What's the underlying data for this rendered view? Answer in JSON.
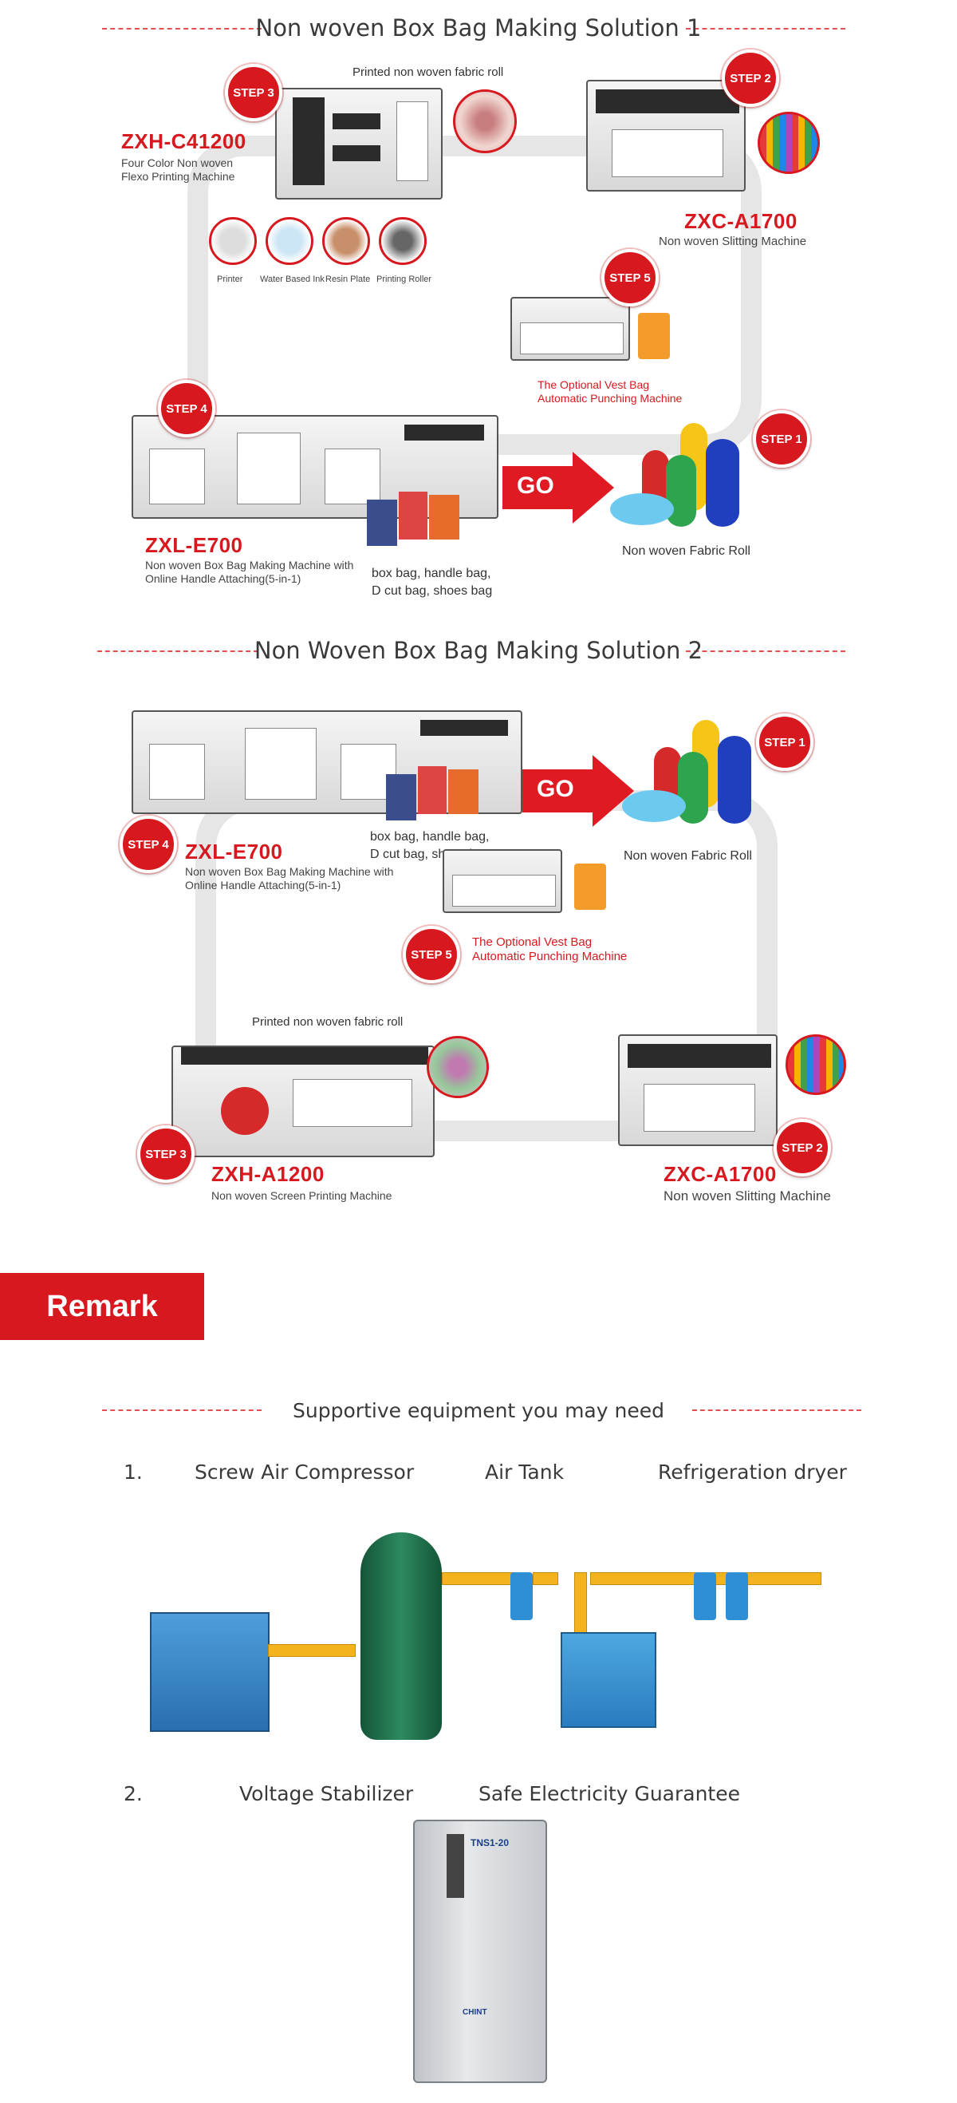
{
  "solution1": {
    "title": "Non woven Box Bag Making Solution 1",
    "step1": {
      "badge": "STEP 1",
      "caption": "Non woven Fabric Roll"
    },
    "step2": {
      "badge": "STEP 2",
      "model": "ZXC-A1700",
      "desc": "Non  woven Slitting Machine"
    },
    "step3": {
      "badge": "STEP 3",
      "model": "ZXH-C41200",
      "desc_line1": "Four Color Non woven",
      "desc_line2": "Flexo Printing Machine",
      "top_label": "Printed non woven fabric roll",
      "parts": [
        "Printer",
        "Water Based Ink",
        "Resin Plate",
        "Printing Roller"
      ]
    },
    "step4": {
      "badge": "STEP 4",
      "model": "ZXL-E700",
      "desc_line1": "Non  woven Box Bag Making Machine with",
      "desc_line2": "Online Handle Attaching(5-in-1)"
    },
    "step5": {
      "badge": "STEP 5",
      "desc_line1": "The Optional Vest Bag",
      "desc_line2": "Automatic Punching Machine"
    },
    "bags_line1": "box bag, handle bag,",
    "bags_line2": "D cut bag, shoes bag",
    "go": "GO"
  },
  "solution2": {
    "title": "Non Woven Box Bag Making Solution 2",
    "step1": {
      "badge": "STEP 1",
      "caption": "Non woven Fabric Roll"
    },
    "step2": {
      "badge": "STEP 2",
      "model": "ZXC-A1700",
      "desc": "Non  woven Slitting Machine"
    },
    "step3": {
      "badge": "STEP 3",
      "model": "ZXH-A1200",
      "desc": "Non  woven Screen Printing Machine",
      "top_label": "Printed non woven fabric roll"
    },
    "step4": {
      "badge": "STEP 4",
      "model": "ZXL-E700",
      "desc_line1": "Non  woven Box Bag Making Machine with",
      "desc_line2": "Online Handle Attaching(5-in-1)"
    },
    "step5": {
      "badge": "STEP 5",
      "desc_line1": "The Optional Vest Bag",
      "desc_line2": "Automatic Punching Machine"
    },
    "bags_line1": "box bag, handle bag,",
    "bags_line2": "D cut bag, shoes bag",
    "go": "GO"
  },
  "remark": "Remark",
  "supportive": {
    "title": "Supportive equipment you may need",
    "row1": {
      "num": "1.",
      "items": [
        "Screw Air Compressor",
        "Air Tank",
        "Refrigeration dryer"
      ]
    },
    "row2": {
      "num": "2.",
      "items": [
        "Voltage Stabilizer",
        "Safe Electricity Guarantee"
      ]
    },
    "stabilizer_label": "TNS1-20",
    "stabilizer_brand": "CHINT"
  },
  "colors": {
    "accent": "#d7191f",
    "track": "#e6e6e6",
    "pipe": "#f2b31c",
    "tank": "#1f6e4a"
  }
}
